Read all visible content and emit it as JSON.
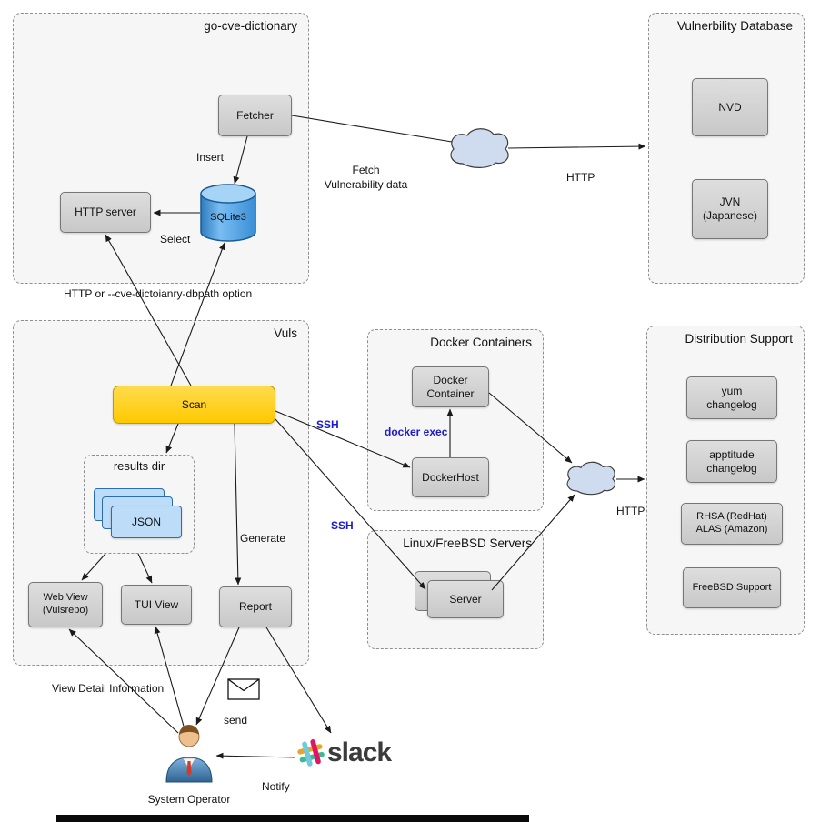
{
  "colors": {
    "scan_fill": "#ffd100",
    "ssh_label_blue": "#1a1acc",
    "node_gray": "#d3d3d3",
    "json_blue": "#bcdcf8",
    "cloud_blue": "#cfdcf0",
    "sqlite_blue": "#4a9be0",
    "slack_text_gray": "#3b3b3b"
  },
  "containers": {
    "go_cve": {
      "title": "go-cve-dictionary"
    },
    "vuln_db": {
      "title": "Vulnerbility Database"
    },
    "vuls": {
      "title": "Vuls"
    },
    "results_dir": {
      "title": "results dir"
    },
    "docker": {
      "title": "Docker Containers"
    },
    "linux_servers": {
      "title": "Linux/FreeBSD Servers"
    },
    "distribution": {
      "title": "Distribution Support"
    }
  },
  "nodes": {
    "fetcher": {
      "label": "Fetcher"
    },
    "http_server": {
      "label": "HTTP server"
    },
    "sqlite3": {
      "label": "SQLite3"
    },
    "nvd": {
      "label": "NVD"
    },
    "jvn": {
      "label": "JVN\n(Japanese)"
    },
    "scan": {
      "label": "Scan"
    },
    "json": {
      "label": "JSON"
    },
    "web_view": {
      "label": "Web View\n(Vulsrepo)"
    },
    "tui_view": {
      "label": "TUI View"
    },
    "report": {
      "label": "Report"
    },
    "docker_container": {
      "label": "Docker\nContainer"
    },
    "docker_host": {
      "label": "DockerHost"
    },
    "server": {
      "label": "Server"
    },
    "yum_changelog": {
      "label": "yum\nchangelog"
    },
    "apptitude_changelog": {
      "label": "apptitude\nchangelog"
    },
    "rhsa_alas": {
      "label": "RHSA (RedHat)\nALAS (Amazon)"
    },
    "freebsd_support": {
      "label": "FreeBSD Support"
    }
  },
  "labels": {
    "insert": "Insert",
    "select": "Select",
    "fetch_vuln_data": "Fetch\nVulnerability data",
    "http_fetch": "HTTP",
    "http_option": "HTTP or --cve-dictoianry-dbpath option",
    "ssh_docker": "SSH",
    "ssh_linux": "SSH",
    "docker_exec": "docker exec",
    "generate": "Generate",
    "http_dist": "HTTP",
    "send": "send",
    "notify": "Notify",
    "view_detail": "View Detail Information",
    "system_operator": "System Operator",
    "slack": "slack"
  }
}
